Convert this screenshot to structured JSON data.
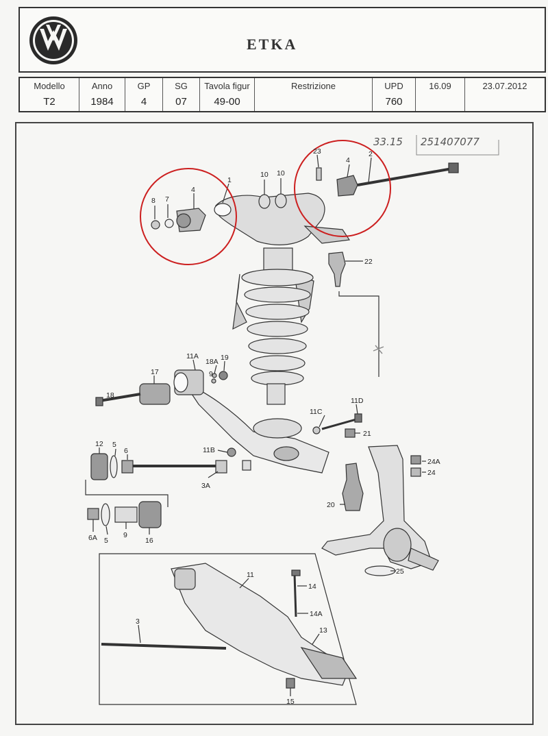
{
  "header": {
    "brand_icon": "vw-logo-icon",
    "title": "ETKA"
  },
  "info_table": {
    "columns": [
      {
        "label": "Modello",
        "value": "T2"
      },
      {
        "label": "Anno",
        "value": "1984"
      },
      {
        "label": "GP",
        "value": "4"
      },
      {
        "label": "SG",
        "value": "07"
      },
      {
        "label": "Tavola figur",
        "value": "49-00"
      },
      {
        "label": "Restrizione",
        "value": ""
      },
      {
        "label": "UPD",
        "value": "760"
      },
      {
        "label": "16.09",
        "value": ""
      },
      {
        "label": "23.07.2012",
        "value": ""
      }
    ]
  },
  "handwritten": {
    "note_a": "33.15",
    "note_b": "251407077"
  },
  "callouts": {
    "c1": "1",
    "c2": "2",
    "c3": "3",
    "c3a": "3A",
    "c4a": "4",
    "c4b": "4",
    "c5a": "5",
    "c5b": "5",
    "c6": "6",
    "c6a": "6A",
    "c7": "7",
    "c8": "8",
    "c9a": "9",
    "c9b": "9",
    "c10a": "10",
    "c10b": "10",
    "c11": "11",
    "c11a": "11A",
    "c11b": "11B",
    "c11c": "11C",
    "c11d": "11D",
    "c12": "12",
    "c13": "13",
    "c14": "14",
    "c14a": "14A",
    "c15": "15",
    "c16": "16",
    "c17": "17",
    "c18": "18",
    "c18a": "18A",
    "c19": "19",
    "c20": "20",
    "c21": "21",
    "c22": "22",
    "c23": "23",
    "c24": "24",
    "c24a": "24A",
    "c25": "25"
  },
  "colors": {
    "highlight_circle": "#cc1f1f",
    "line": "#333333"
  }
}
